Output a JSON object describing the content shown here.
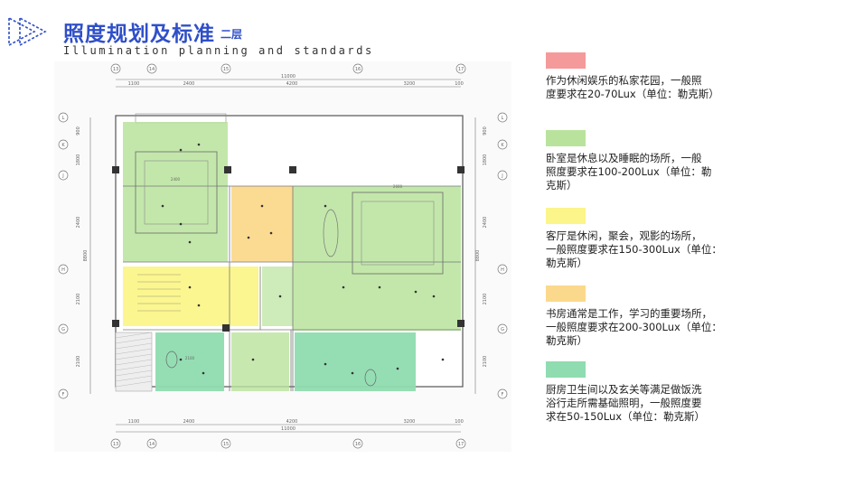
{
  "header": {
    "title": "照度规划及标准",
    "floor_tag": "二层",
    "subtitle": "Illumination planning and standards"
  },
  "plan": {
    "top_axes": [
      "13",
      "14",
      "15",
      "16",
      "17"
    ],
    "bottom_axes": [
      "13",
      "14",
      "15",
      "16",
      "17"
    ],
    "left_axes": [
      "L",
      "K",
      "J",
      "H",
      "G",
      "F"
    ],
    "right_axes": [
      "L",
      "K",
      "J",
      "H",
      "G",
      "F"
    ],
    "top_total": "11000",
    "top_segments": [
      "1100",
      "2400",
      "4200",
      "3200",
      "100"
    ],
    "bottom_total": "11000",
    "bottom_segments": [
      "1100",
      "2400",
      "4200",
      "3200",
      "100"
    ],
    "side_dims": [
      "900",
      "1800",
      "2400",
      "2100",
      "2100"
    ],
    "side_total": "8800",
    "small_labels": [
      "2400",
      "2600",
      "2100"
    ]
  },
  "colors": {
    "red": "#f59a9a",
    "green": "#b9e39c",
    "yellow": "#fbf58a",
    "orange": "#fbd98c",
    "teal": "#8fdcb0"
  },
  "legend": [
    {
      "color": "#f59a9a",
      "lines": [
        "作为休闲娱乐的私家花园，一般照",
        "度要求在20-70Lux（单位：勒克斯）"
      ]
    },
    {
      "color": "#b9e39c",
      "lines": [
        "卧室是休息以及睡眠的场所，一般",
        "照度要求在100-200Lux（单位：勒",
        "克斯）"
      ]
    },
    {
      "color": "#fbf58a",
      "lines": [
        "客厅是休闲，聚会，观影的场所，",
        "一般照度要求在150-300Lux（单位：",
        "勒克斯）"
      ]
    },
    {
      "color": "#fbd98c",
      "lines": [
        "书房通常是工作，学习的重要场所，",
        "一般照度要求在200-300Lux（单位：",
        "勒克斯）"
      ]
    },
    {
      "color": "#8fdcb0",
      "lines": [
        "厨房卫生间以及玄关等满足做饭洗",
        "浴行走所需基础照明，一般照度要",
        "求在50-150Lux（单位：勒克斯）"
      ]
    }
  ]
}
